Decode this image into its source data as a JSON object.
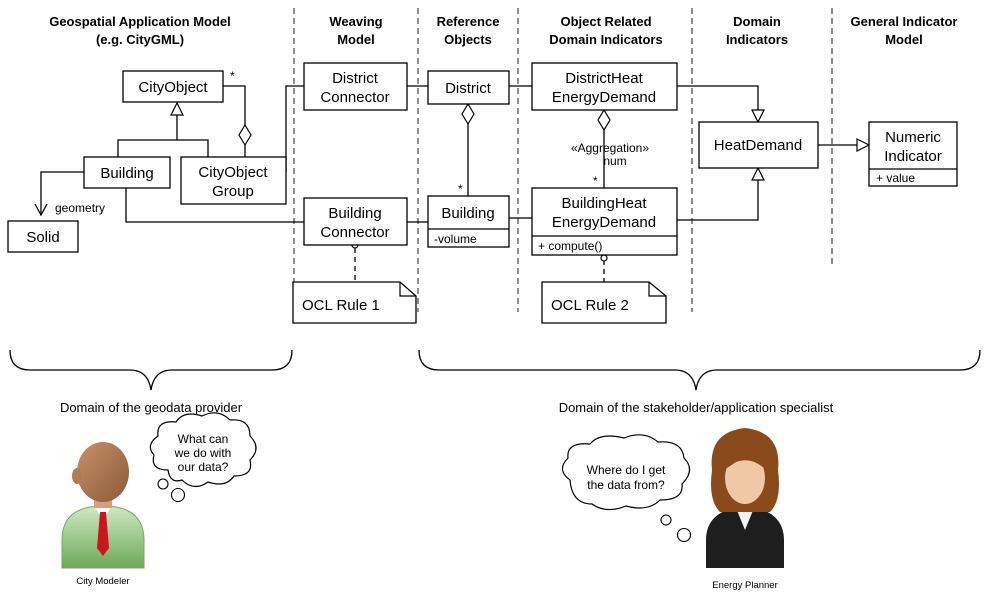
{
  "headers": {
    "geo": [
      "Geospatial Application Model",
      "(e.g. CityGML)"
    ],
    "weaving": [
      "Weaving",
      "Model"
    ],
    "reference": [
      "Reference",
      "Objects"
    ],
    "object_related": [
      "Object Related",
      "Domain Indicators"
    ],
    "domain": [
      "Domain",
      "Indicators"
    ],
    "general": [
      "General Indicator",
      "Model"
    ]
  },
  "classes": {
    "city_object": "CityObject",
    "building_geo": "Building",
    "city_object_group": [
      "CityObject",
      "Group"
    ],
    "solid": "Solid",
    "district_connector": [
      "District",
      "Connector"
    ],
    "building_connector": [
      "Building",
      "Connector"
    ],
    "district": "District",
    "building_ref": "Building",
    "building_ref_attr": "-volume",
    "district_heat": [
      "DistrictHeat",
      "EnergyDemand"
    ],
    "building_heat": [
      "BuildingHeat",
      "EnergyDemand"
    ],
    "building_heat_op": "+ compute()",
    "heat_demand": "HeatDemand",
    "numeric_indicator": [
      "Numeric",
      "Indicator"
    ],
    "numeric_attr": "+ value"
  },
  "labels": {
    "geometry": "geometry",
    "mult_star": "*",
    "aggregation": "«Aggregation»",
    "aggregation_num": "num"
  },
  "notes": {
    "ocl1": "OCL Rule 1",
    "ocl2": "OCL Rule 2"
  },
  "domains": {
    "left": "Domain of the geodata provider",
    "right": "Domain of the stakeholder/application specialist"
  },
  "people": {
    "modeler_name": "City Modeler",
    "modeler_thought": [
      "What can",
      "we do with",
      "our data?"
    ],
    "planner_name": "Energy Planner",
    "planner_thought": [
      "Where do I get",
      "the data from?"
    ]
  }
}
